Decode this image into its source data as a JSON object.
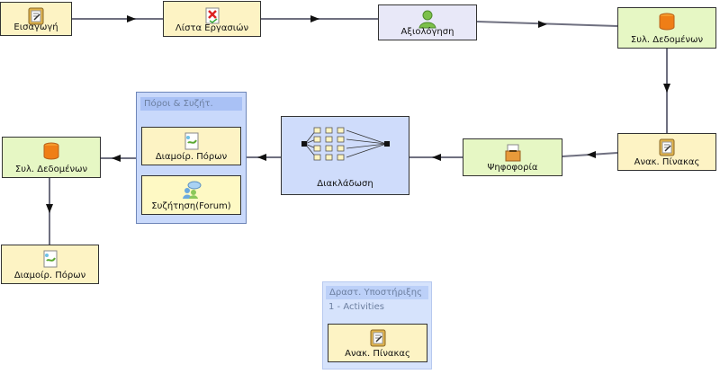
{
  "nodes": {
    "eisagogi": "Εισαγωγή",
    "lista": "Λίστα Εργασιών",
    "axiologisi": "Αξιολόγηση",
    "syl_top": "Συλ. Δεδομένων",
    "anak_right": "Ανακ. Πίνακας",
    "psifoforia": "Ψηφοφορία",
    "diaklad": "Διακλάδωση",
    "diamoir_group": "Διαμοίρ. Πόρων",
    "syzitisi": "Συζήτηση(Forum)",
    "syl_left": "Συλ. Δεδομένων",
    "diamoir_bottom": "Διαμοίρ. Πόρων",
    "anak_bottom": "Ανακ. Πίνακας"
  },
  "groups": {
    "resources": {
      "title": "Πόροι & Συζήτ."
    },
    "support": {
      "title": "Δραστ. Υποστήριξης",
      "subtitle": "1 - Activities"
    }
  },
  "icons": {
    "eisagogi": "notepad-icon",
    "lista": "checklist-x-icon",
    "axiologisi": "user-icon",
    "syl_top": "database-icon",
    "anak_right": "notepad-icon",
    "psifoforia": "ballot-box-icon",
    "diaklad": "branching-icon",
    "diamoir_group": "shared-document-icon",
    "syzitisi": "forum-users-icon",
    "syl_left": "database-icon",
    "diamoir_bottom": "shared-document-icon",
    "anak_bottom": "notepad-icon"
  },
  "colors": {
    "activity": "#fdf3c4",
    "gate": "#e6f7c4",
    "tool": "#e8e8f8",
    "branching": "#cfdcfb",
    "group": "#c9d9fb",
    "connector": "#6f7080"
  }
}
